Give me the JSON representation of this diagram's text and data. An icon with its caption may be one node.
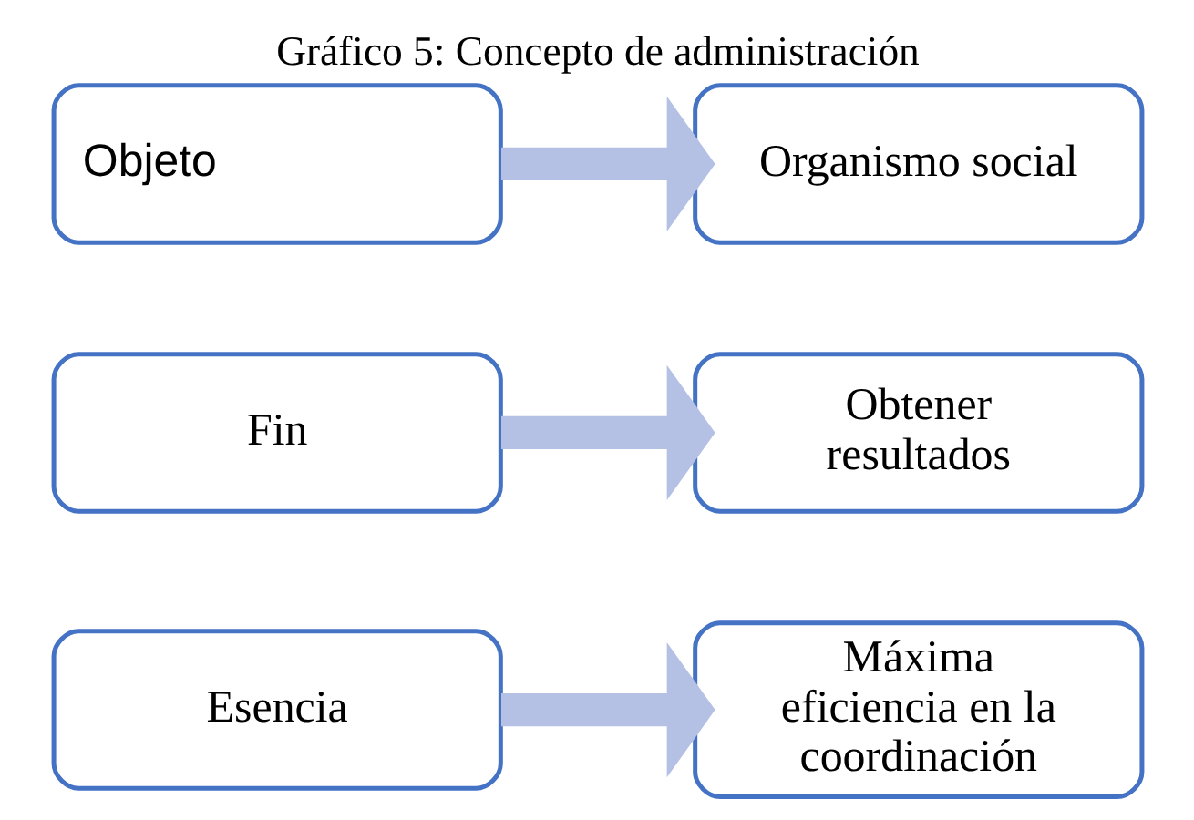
{
  "diagram": {
    "title": "Gráfico 5: Concepto de administración",
    "nodes": [
      {
        "text": [
          "Objeto"
        ]
      },
      {
        "text": [
          "Organismo social"
        ]
      },
      {
        "text": [
          "Fin"
        ]
      },
      {
        "text": [
          "Obtener resultados"
        ]
      },
      {
        "text": [
          "Esencia"
        ]
      },
      {
        "text": [
          "Máxima eficiencia en la coordinación"
        ]
      }
    ],
    "edges": [
      {
        "from": 0,
        "to": 1,
        "arrow": "to"
      },
      {
        "from": 2,
        "to": 3,
        "arrow": "to"
      },
      {
        "from": 4,
        "to": 5,
        "arrow": "to"
      }
    ]
  }
}
